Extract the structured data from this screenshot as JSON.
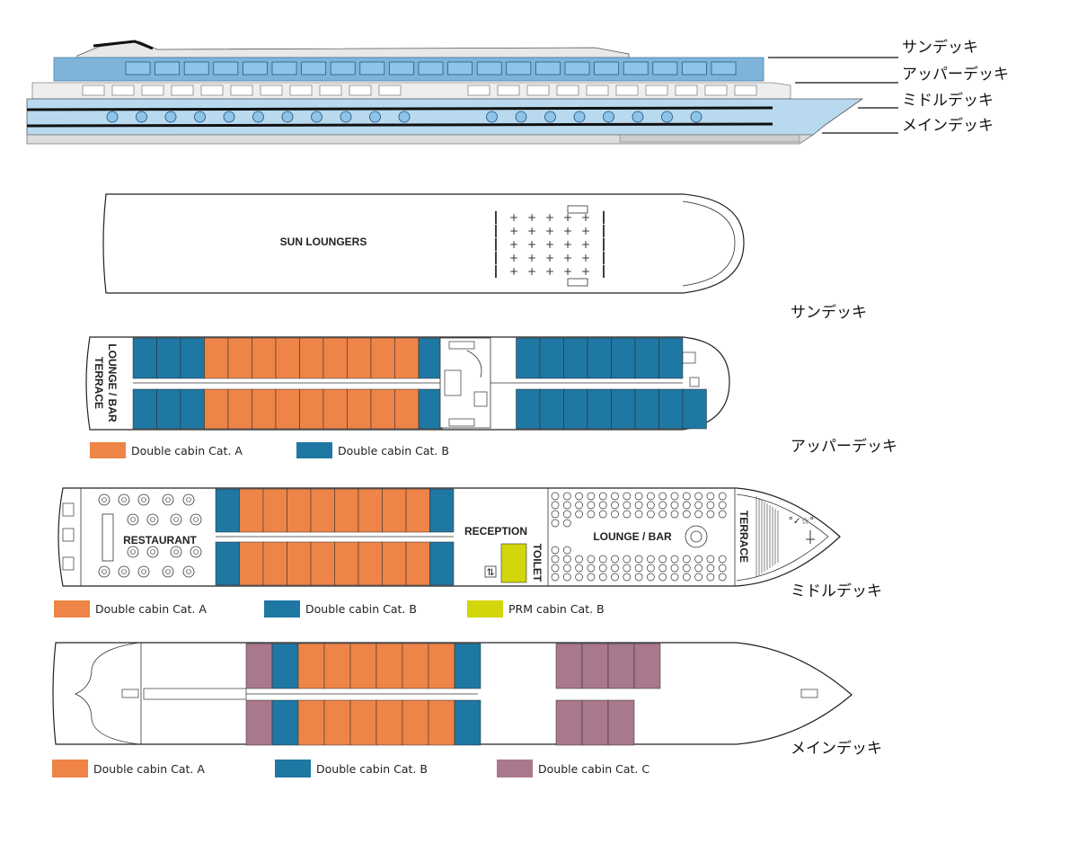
{
  "deck_labels": {
    "sun": "サンデッキ",
    "upper": "アッパーデッキ",
    "middle": "ミドルデッキ",
    "main": "メインデッキ"
  },
  "areas": {
    "sun_loungers": "SUN LOUNGERS",
    "upper_lounge_bar": "LOUNGE / BAR",
    "upper_terrace": "TERRACE",
    "restaurant": "RESTAURANT",
    "reception": "RECEPTION",
    "toilet": "TOILET",
    "middle_lounge_bar": "LOUNGE / BAR",
    "middle_terrace": "TERRACE"
  },
  "legends": {
    "upper": [
      {
        "label": "Double cabin Cat. A",
        "color": "#ee8447"
      },
      {
        "label": "Double cabin Cat. B",
        "color": "#1f77a3"
      }
    ],
    "middle": [
      {
        "label": "Double cabin Cat. A",
        "color": "#ee8447"
      },
      {
        "label": "Double cabin Cat. B",
        "color": "#1f77a3"
      },
      {
        "label": "PRM cabin Cat. B",
        "color": "#d2d60a"
      }
    ],
    "main": [
      {
        "label": "Double cabin Cat. A",
        "color": "#ee8447"
      },
      {
        "label": "Double cabin Cat. B",
        "color": "#1f77a3"
      },
      {
        "label": "Double cabin Cat. C",
        "color": "#a9788c"
      }
    ]
  },
  "colors": {
    "cat_a": "#ee8447",
    "cat_b": "#1f77a3",
    "cat_c": "#a9788c",
    "prm": "#d2d60a",
    "profile_blue": "#7fb3da",
    "profile_window": "#8ec4ea"
  },
  "cabin_rows": {
    "upper_top": [
      "B",
      "B",
      "B",
      "A",
      "A",
      "A",
      "A",
      "A",
      "A",
      "A",
      "A",
      "A",
      "B",
      "gap",
      "B",
      "B",
      "B",
      "B",
      "B",
      "B",
      "B"
    ],
    "upper_bottom": [
      "B",
      "B",
      "B",
      "A",
      "A",
      "A",
      "A",
      "A",
      "A",
      "A",
      "A",
      "A",
      "B",
      "gap",
      "B",
      "B",
      "B",
      "B",
      "B",
      "B",
      "B",
      "B"
    ],
    "middle_top": [
      "B",
      "A",
      "A",
      "A",
      "A",
      "A",
      "A",
      "A",
      "A",
      "B"
    ],
    "middle_bottom": [
      "B",
      "A",
      "A",
      "A",
      "A",
      "A",
      "A",
      "A",
      "A",
      "B"
    ],
    "main_top": [
      "C",
      "B",
      "A",
      "A",
      "A",
      "A",
      "A",
      "A",
      "B",
      "gap",
      "C",
      "C",
      "C",
      "C"
    ],
    "main_bottom": [
      "C",
      "B",
      "A",
      "A",
      "A",
      "A",
      "A",
      "A",
      "B",
      "gap",
      "C",
      "C",
      "C"
    ]
  }
}
